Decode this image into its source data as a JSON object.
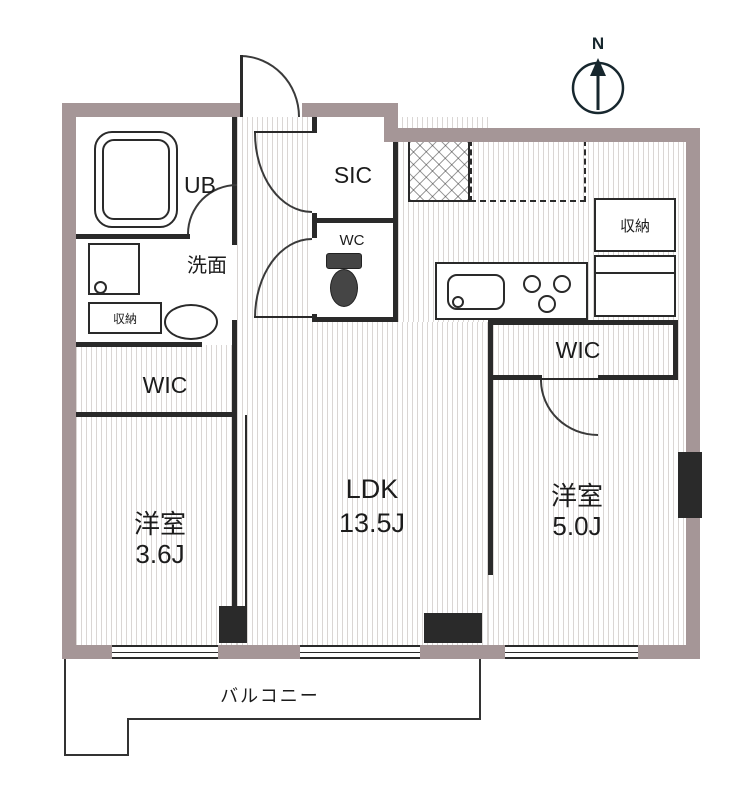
{
  "compass": {
    "north_label": "N"
  },
  "rooms": {
    "unit_bath": {
      "label": "UB"
    },
    "washroom": {
      "label": "洗面"
    },
    "washroom_storage": {
      "label": "収納"
    },
    "wic_left": {
      "label": "WIC"
    },
    "bedroom_left": {
      "label": "洋室",
      "size": "3.6J"
    },
    "shoe_closet": {
      "label": "SIC"
    },
    "toilet": {
      "label": "WC"
    },
    "ldk": {
      "label": "LDK",
      "size": "13.5J"
    },
    "kitchen_storage": {
      "label": "収納"
    },
    "wic_right": {
      "label": "WIC"
    },
    "bedroom_right": {
      "label": "洋室",
      "size": "5.0J"
    },
    "balcony": {
      "label": "バルコニー"
    }
  },
  "colors": {
    "outer_wall": "#a59697",
    "partition": "#2a2a2a",
    "floor_stripe": "#dad6d4"
  }
}
